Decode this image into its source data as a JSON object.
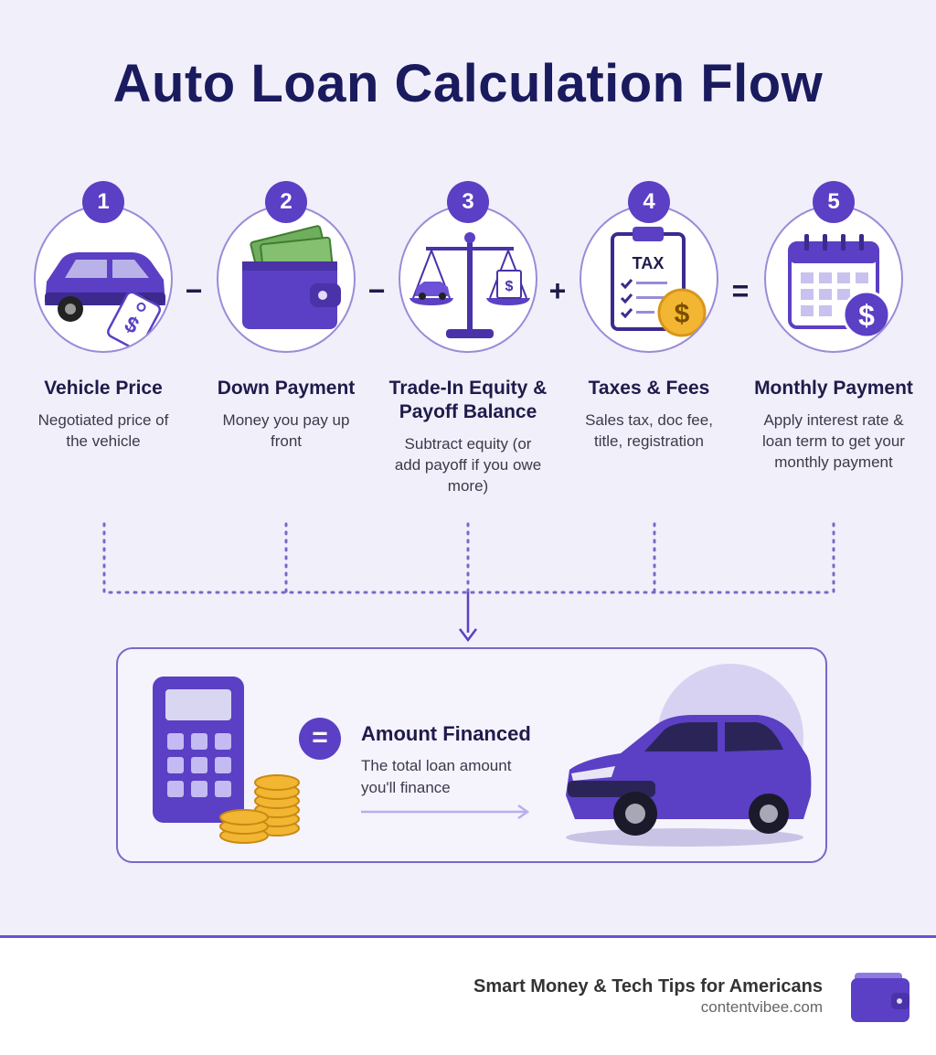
{
  "title": "Auto Loan Calculation Flow",
  "steps": [
    {
      "number": "1",
      "title": "Vehicle Price",
      "desc": "Negotiated price of the vehicle"
    },
    {
      "number": "2",
      "title": "Down Payment",
      "desc": "Money you pay up front"
    },
    {
      "number": "3",
      "title": "Trade-In Equity & Payoff Balance",
      "desc": "Subtract equity (or add payoff if you owe more)"
    },
    {
      "number": "4",
      "title": "Taxes & Fees",
      "desc": "Sales tax, doc fee, title, registration"
    },
    {
      "number": "5",
      "title": "Monthly Payment",
      "desc": "Apply interest rate & loan term to get your monthly payment"
    }
  ],
  "operators": [
    "−",
    "−",
    "+",
    "="
  ],
  "icon_labels": {
    "tax": "TAX",
    "dollar": "$"
  },
  "result": {
    "symbol": "=",
    "title": "Amount Financed",
    "desc": "The total loan amount you'll finance"
  },
  "footer": {
    "tagline": "Smart Money & Tech Tips for Americans",
    "site": "contentvibee.com"
  },
  "colors": {
    "accent": "#5b3fc4",
    "title": "#1a1a5e",
    "background": "#f1effa",
    "gold": "#f2b632"
  },
  "icons": [
    "suv-with-price-tag-icon",
    "wallet-with-cash-icon",
    "balance-scale-icon",
    "tax-clipboard-icon",
    "calendar-dollar-icon",
    "calculator-icon",
    "gold-coins-icon",
    "sedan-car-icon",
    "wallet-logo-icon"
  ]
}
